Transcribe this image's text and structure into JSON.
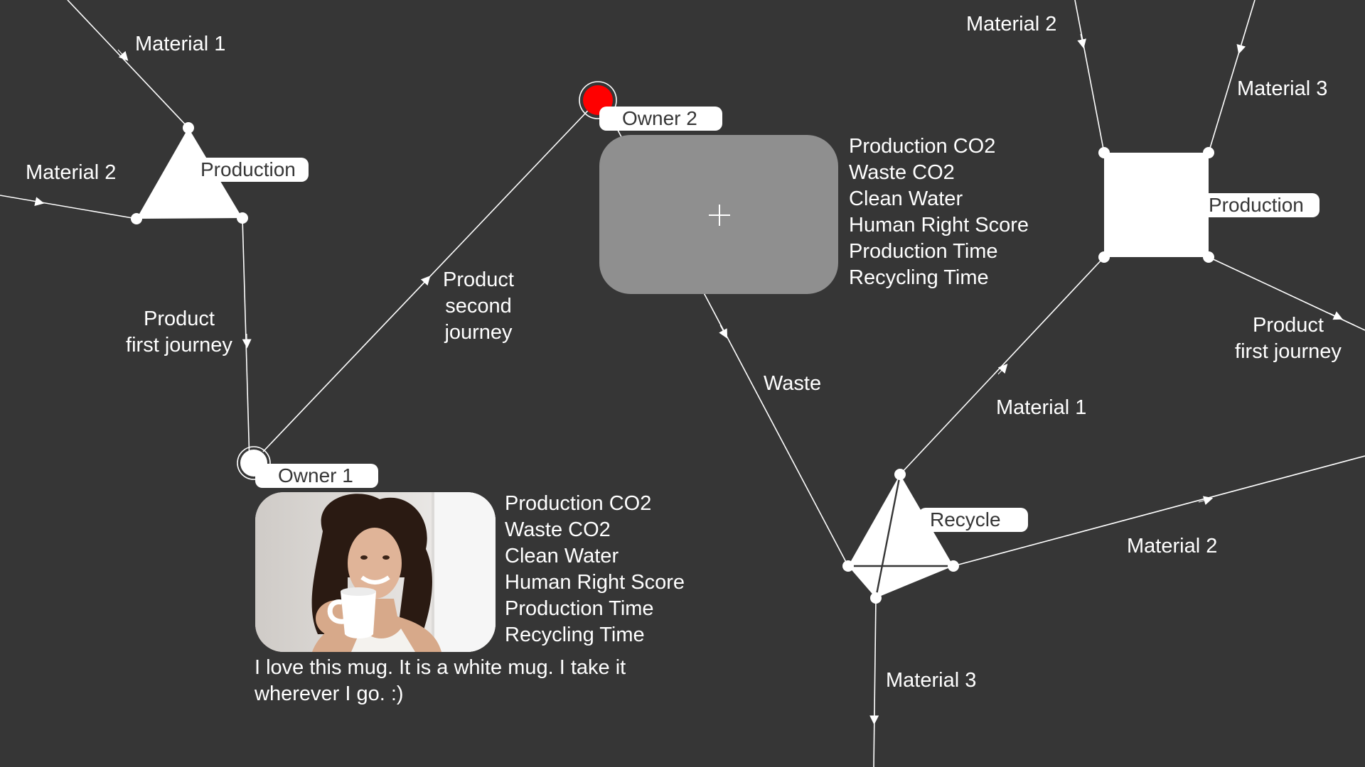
{
  "nodes": {
    "production_a": {
      "label": "Production"
    },
    "production_b": {
      "label": "Production"
    },
    "recycle": {
      "label": "Recycle"
    },
    "owner1": {
      "label": "Owner 1"
    },
    "owner2": {
      "label": "Owner 2"
    }
  },
  "edges": {
    "material1_top": "Material 1",
    "material2_left": "Material 2",
    "product_first_journey_a": [
      "Product",
      "first journey"
    ],
    "product_second_journey": [
      "Product",
      "second",
      "journey"
    ],
    "waste": "Waste",
    "material2_top_right": "Material 2",
    "material3_right": "Material 3",
    "product_first_journey_b": [
      "Product",
      "first journey"
    ],
    "material1_mid": "Material 1",
    "material2_bottom_right": "Material 2",
    "material3_bottom": "Material 3"
  },
  "owner1_card": {
    "metrics": [
      "Production CO2",
      "Waste CO2",
      "Clean Water",
      "Human Right Score",
      "Production Time",
      "Recycling Time"
    ],
    "comment_lines": [
      "I love this mug. It is a white mug. I take it",
      "wherever I go. :)"
    ]
  },
  "owner2_card": {
    "metrics": [
      "Production CO2",
      "Waste CO2",
      "Clean Water",
      "Human Right Score",
      "Production Time",
      "Recycling Time"
    ],
    "add_icon": "plus-icon"
  },
  "colors": {
    "background": "#363636",
    "line": "#ffffff",
    "owner2_dot": "#ff0000",
    "add_card": "#8f8f8f"
  }
}
